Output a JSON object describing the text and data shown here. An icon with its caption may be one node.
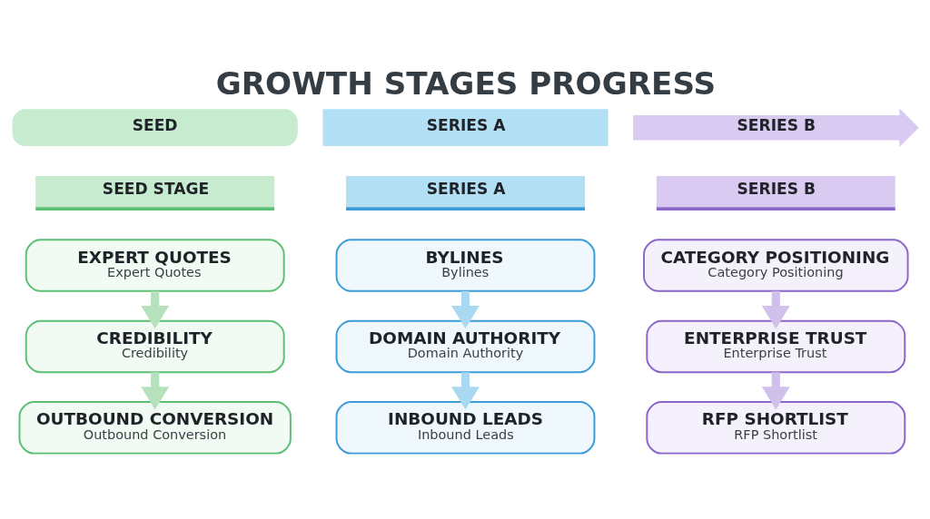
{
  "diagram": {
    "title": "GROWTH STAGES PROGRESS",
    "nodes": [
      {
        "text": [
          "SEED"
        ]
      },
      {
        "text": [
          "SERIES A"
        ]
      },
      {
        "text": [
          "SERIES B"
        ]
      },
      {
        "text": [
          "SEED STAGE"
        ]
      },
      {
        "text": [
          "EXPERT QUOTES",
          "Expert Quotes"
        ]
      },
      {
        "text": [
          "CREDIBILITY",
          "Credibility"
        ]
      },
      {
        "text": [
          "OUTBOUND CONVERSION",
          "Outbound Conversion"
        ]
      },
      {
        "text": [
          "SERIES A"
        ]
      },
      {
        "text": [
          "BYLINES",
          "Bylines"
        ]
      },
      {
        "text": [
          "DOMAIN AUTHORITY",
          "Domain Authority"
        ]
      },
      {
        "text": [
          "INBOUND LEADS",
          "Inbound Leads"
        ]
      },
      {
        "text": [
          "SERIES B"
        ]
      },
      {
        "text": [
          "CATEGORY POSITIONING",
          "Category Positioning"
        ]
      },
      {
        "text": [
          "ENTERPRISE TRUST",
          "Enterprise Trust"
        ]
      },
      {
        "text": [
          "RFP SHORTLIST",
          "RFP Shortlist"
        ]
      }
    ],
    "edges": [
      {
        "from": 4,
        "to": 5,
        "arrow": "to",
        "color": "#b5e2bd"
      },
      {
        "from": 5,
        "to": 6,
        "arrow": "to",
        "color": "#b5e2bd"
      },
      {
        "from": 8,
        "to": 9,
        "arrow": "to",
        "color": "#a9d9f0"
      },
      {
        "from": 9,
        "to": 10,
        "arrow": "to",
        "color": "#a9d9f0"
      },
      {
        "from": 12,
        "to": 13,
        "arrow": "to",
        "color": "#cfc0ec"
      },
      {
        "from": 13,
        "to": 14,
        "arrow": "to",
        "color": "#cfc0ec"
      }
    ]
  }
}
